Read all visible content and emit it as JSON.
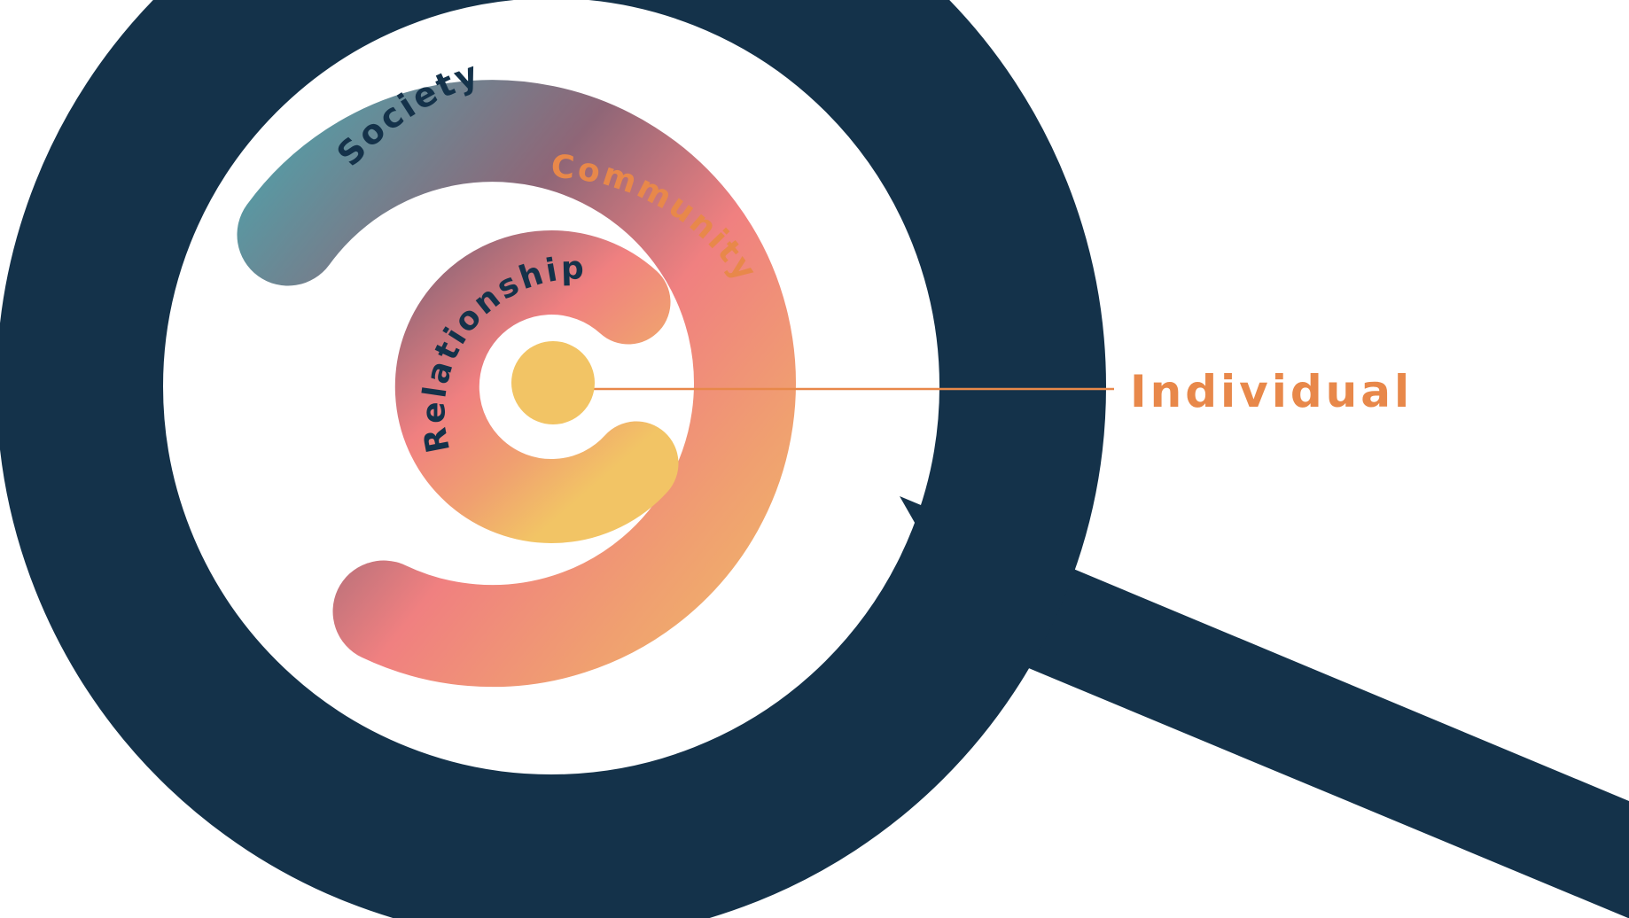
{
  "diagram": {
    "type": "socio-ecological model in magnifying glass",
    "levels": [
      {
        "id": "society",
        "label": "Society"
      },
      {
        "id": "community",
        "label": "Community"
      },
      {
        "id": "relationship",
        "label": "Relationship"
      },
      {
        "id": "individual",
        "label": "Individual"
      }
    ]
  },
  "colors": {
    "navy": "#14324a",
    "teal": "#47a9b1",
    "mauve": "#8f6677",
    "coral": "#f08080",
    "peach": "#f0a070",
    "yellow": "#f2c465",
    "orange": "#e8884a",
    "background": "#ffffff"
  },
  "icon": "magnifying-glass-icon"
}
